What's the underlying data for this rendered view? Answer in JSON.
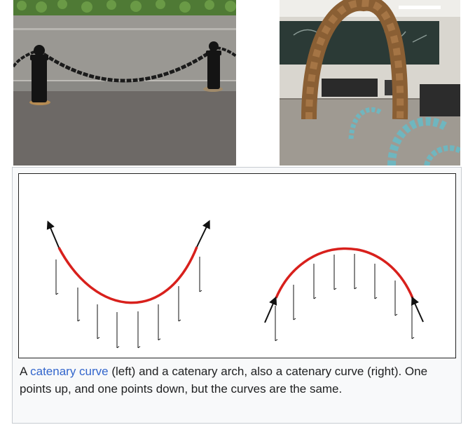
{
  "caption": {
    "prefix": "A ",
    "link_text": "catenary curve",
    "suffix": " (left) and a catenary arch, also a catenary curve (right). One points up, and one points down, but the curves are the same."
  },
  "colors": {
    "curve": "#d8201c",
    "link": "#3366cc",
    "arrow": "#111111"
  },
  "icons": [
    "chain-bollards-photo",
    "catenary-arch-photo",
    "force-arrow-icon"
  ]
}
